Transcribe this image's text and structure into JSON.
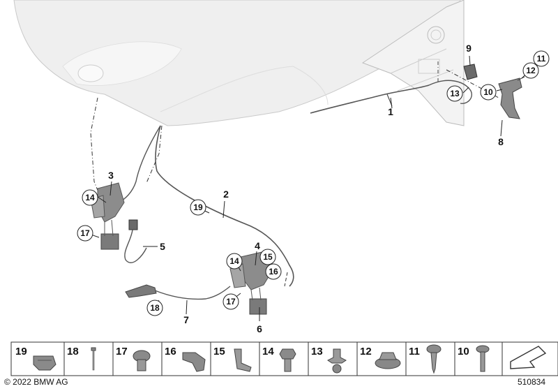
{
  "callouts": {
    "c1": "1",
    "c2": "2",
    "c3": "3",
    "c4": "4",
    "c5": "5",
    "c6": "6",
    "c7": "7",
    "c8": "8",
    "c9": "9",
    "c10": "10",
    "c11": "11",
    "c12": "12",
    "c13": "13",
    "c14a": "14",
    "c14b": "14",
    "c15": "15",
    "c16": "16",
    "c17a": "17",
    "c17b": "17",
    "c18": "18",
    "c19": "19"
  },
  "parts_strip": [
    {
      "number": "19",
      "icon": "clip-icon"
    },
    {
      "number": "18",
      "icon": "rivet-pin-icon"
    },
    {
      "number": "17",
      "icon": "torx-bolt-icon"
    },
    {
      "number": "16",
      "icon": "bracket-clip-icon"
    },
    {
      "number": "15",
      "icon": "angle-bracket-icon"
    },
    {
      "number": "14",
      "icon": "hex-bolt-icon"
    },
    {
      "number": "13",
      "icon": "push-rivet-icon"
    },
    {
      "number": "12",
      "icon": "flange-nut-icon"
    },
    {
      "number": "11",
      "icon": "self-tapping-screw-icon"
    },
    {
      "number": "10",
      "icon": "long-screw-icon"
    }
  ],
  "copyright": "© 2022 BMW AG",
  "diagram_id": "510834"
}
